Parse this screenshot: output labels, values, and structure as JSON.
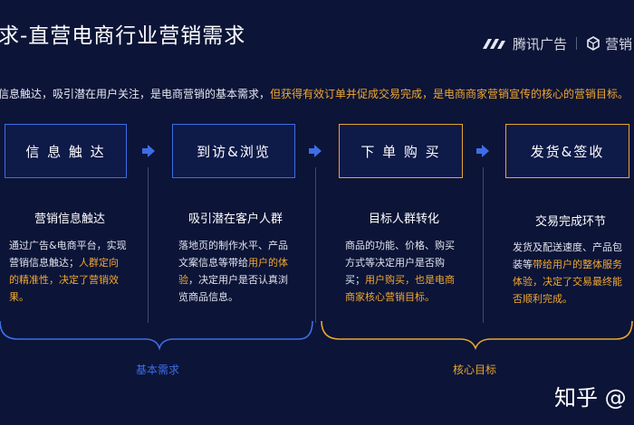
{
  "header": {
    "title": "求-直营电商行业营销需求",
    "logo1": "腾讯广告",
    "logo2": "营销"
  },
  "subtitle": {
    "part1": "信息触达，吸引潜在用户关注，是电商营销的基本需求，",
    "part2": "但获得有效订单并促成交易完成，是电商商家营销宣传的核心的营销目标。"
  },
  "stages": [
    {
      "label": "信 息 触 达",
      "heading": "营销信息触达",
      "desc_a": "通过广告&电商平台，实现营销信息触达；",
      "desc_b": "人群定向的精准性，决定了营销效果。",
      "desc_c": ""
    },
    {
      "label": "到访&浏览",
      "heading": "吸引潜在客户人群",
      "desc_a": "落地页的制作水平、产品文案信息等带给",
      "desc_b": "用户的体验",
      "desc_c": "，决定用户是否认真浏览商品信息。"
    },
    {
      "label": "下 单 购 买",
      "heading": "目标人群转化",
      "desc_a": "商品的功能、价格、购买方式等决定用户是否购买；",
      "desc_b": "用户购买，也是电商商家核心营销目标。",
      "desc_c": ""
    },
    {
      "label": "发货&签收",
      "heading": "交易完成环节",
      "desc_a": "发货及配送速度、产品包装等",
      "desc_b": "带给用户的整体服务体验，决定了交易最终能否顺利完成。",
      "desc_c": ""
    }
  ],
  "braces": {
    "left_label": "基本需求",
    "right_label": "核心目标"
  },
  "watermark": "知乎 @",
  "colors": {
    "background": "#0c1437",
    "blue": "#3d6ee6",
    "gold": "#e6a630",
    "orange_text": "#f0a830"
  }
}
